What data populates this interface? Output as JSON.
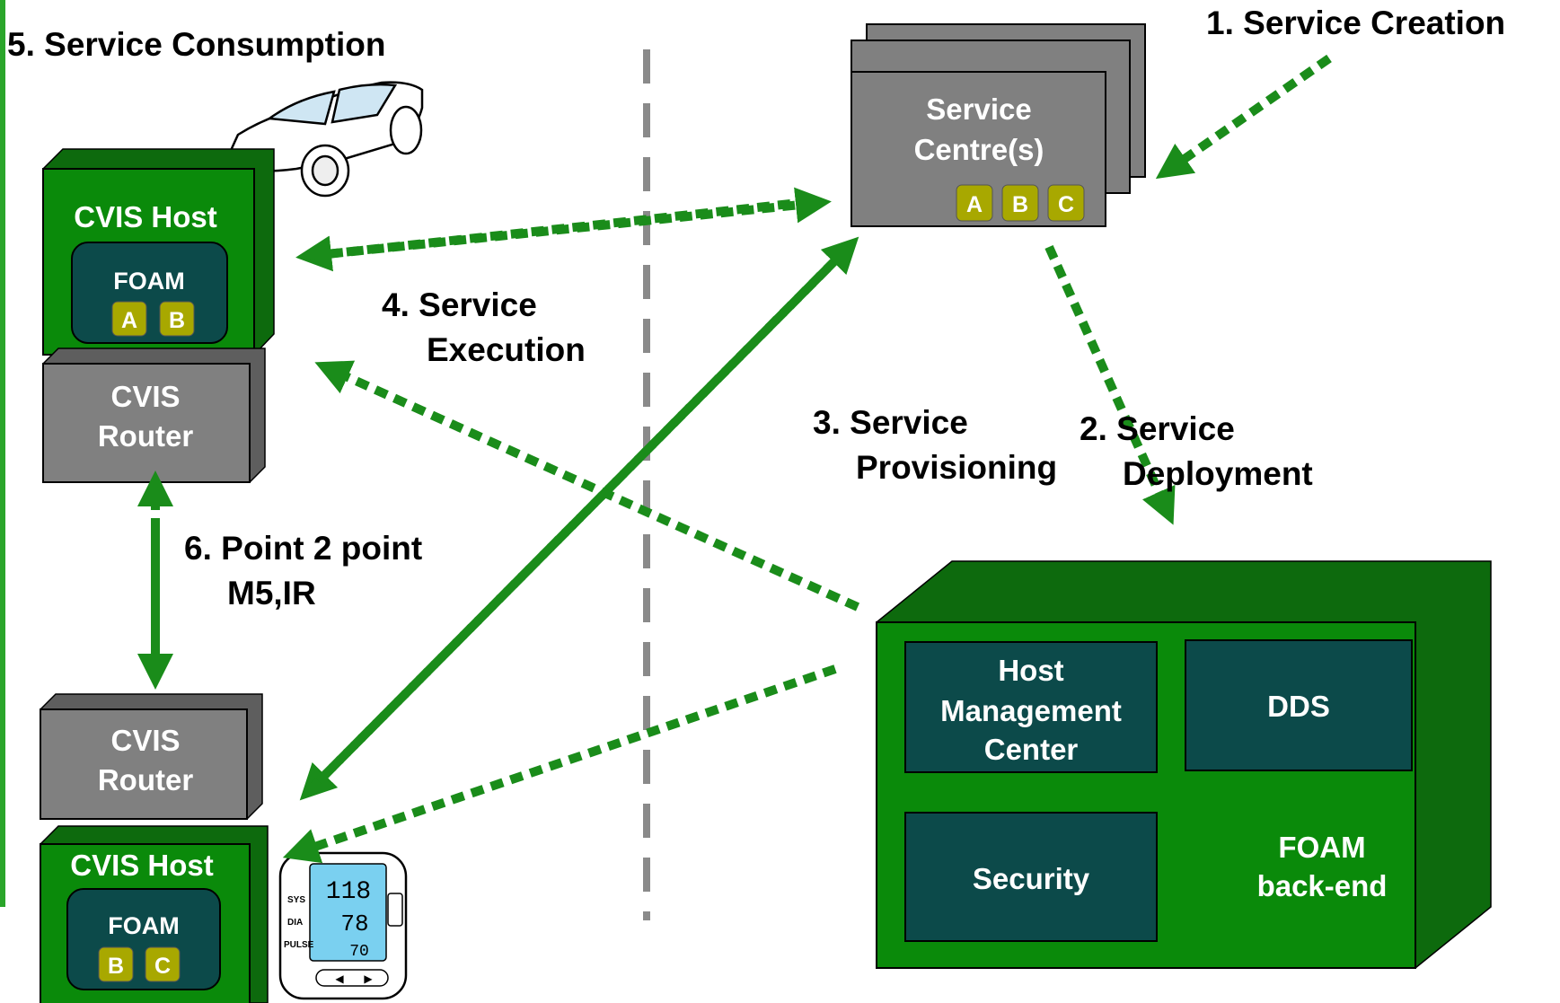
{
  "steps": {
    "creation": "1. Service Creation",
    "deployment_1": "2. Service",
    "deployment_2": "Deployment",
    "provisioning_1": "3. Service",
    "provisioning_2": "Provisioning",
    "execution_1": "4. Service",
    "execution_2": "Execution",
    "consumption": "5. Service Consumption",
    "p2p_1": "6. Point 2 point",
    "p2p_2": "M5,IR"
  },
  "service_centre": {
    "line1": "Service",
    "line2": "Centre(s)",
    "modules": [
      "A",
      "B",
      "C"
    ]
  },
  "vehicle_node": {
    "host_label": "CVIS Host",
    "foam_label": "FOAM",
    "modules": [
      "A",
      "B"
    ],
    "router_line1": "CVIS",
    "router_line2": "Router"
  },
  "device_node": {
    "router_line1": "CVIS",
    "router_line2": "Router",
    "host_label": "CVIS Host",
    "foam_label": "FOAM",
    "modules": [
      "B",
      "C"
    ]
  },
  "backend": {
    "host_mgmt_1": "Host",
    "host_mgmt_2": "Management",
    "host_mgmt_3": "Center",
    "dds": "DDS",
    "security": "Security",
    "foam_1": "FOAM",
    "foam_2": "back-end"
  },
  "bp_monitor": {
    "sys": "SYS",
    "dia": "DIA",
    "pulse": "PULSE",
    "v1": "118",
    "v2": "78",
    "v3": "70"
  },
  "colors": {
    "green_box": "#0a8a0a",
    "dark_teal": "#0c4a4a",
    "gray_box": "#808080",
    "chip": "#a8a800",
    "arrow": "#1a8c1a"
  }
}
